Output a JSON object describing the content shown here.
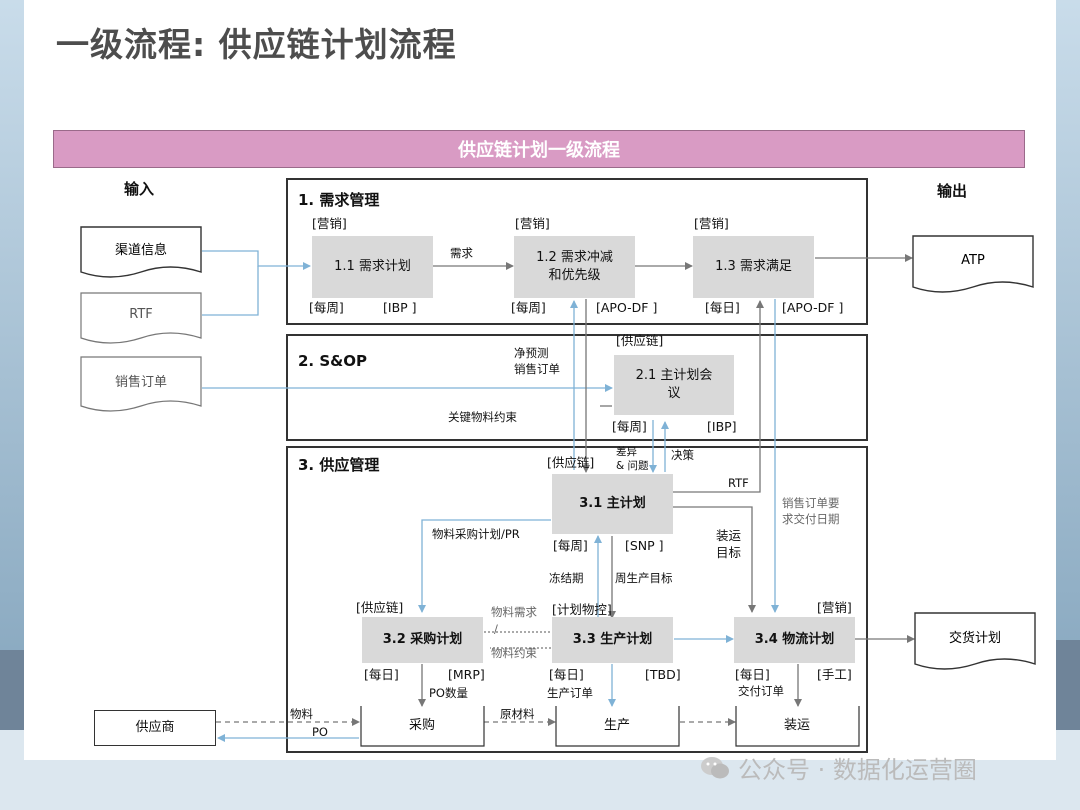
{
  "title": "一级流程: 供应链计划流程",
  "banner": "供应链计划一级流程",
  "headers": {
    "input": "输入",
    "output": "输出"
  },
  "sections": {
    "demand": "1. 需求管理",
    "sop": "2. S&OP",
    "supply": "3. 供应管理"
  },
  "inputs": {
    "channel_info": "渠道信息",
    "rtf": "RTF",
    "sales_order": "销售订单",
    "supplier": "供应商"
  },
  "outputs": {
    "atp": "ATP",
    "delivery_plan": "交货计划"
  },
  "boxes": {
    "p11": {
      "line1": "1.1 需求计划",
      "owner": "[营销]",
      "freq": "[每周]",
      "tool": "[IBP ]"
    },
    "p12": {
      "line1": "1.2 需求冲减",
      "line2": "和优先级",
      "owner": "[营销]",
      "freq": "[每周]",
      "tool": "[APO-DF ]"
    },
    "p13": {
      "line1": "1.3 需求满足",
      "owner": "[营销]",
      "freq": "[每日]",
      "tool": "[APO-DF ]"
    },
    "p21": {
      "line1": "2.1 主计划会",
      "line2": "议",
      "owner": "[供应链]",
      "freq": "[每周]",
      "tool": "[IBP]"
    },
    "p31": {
      "line1": "3.1 主计划",
      "owner": "[供应链]",
      "freq": "[每周]",
      "tool": "[SNP ]"
    },
    "p32": {
      "line1": "3.2 采购计划",
      "owner": "[供应链]",
      "freq": "[每日]",
      "tool": "[MRP]"
    },
    "p33": {
      "line1": "3.3 生产计划",
      "owner": "[计划物控]",
      "freq": "[每日]",
      "tool": "[TBD]"
    },
    "p34": {
      "line1": "3.4 物流计划",
      "owner": "[营销]",
      "freq": "[每日]",
      "tool": "[手工]"
    }
  },
  "exec": {
    "purchase": "采购",
    "production": "生产",
    "shipping": "装运"
  },
  "labels": {
    "demand": "需求",
    "net_forecast_1": "净预测",
    "net_forecast_2": "销售订单",
    "key_material": "关键物料约束",
    "diff_1": "差异",
    "diff_2": "& 问题",
    "decision": "决策",
    "rtf": "RTF",
    "so_date_1": "销售订单要",
    "so_date_2": "求交付日期",
    "material_pr": "物料采购计划/PR",
    "ship_target_1": "装运",
    "ship_target_2": "目标",
    "freeze": "冻结期",
    "weekly_target": "周生产目标",
    "material_demand": "物料需求",
    "slash": "/",
    "material_constraint": "物料约束",
    "po_qty": "PO数量",
    "prod_order": "生产订单",
    "delivery_order": "交付订单",
    "material": "物料",
    "po": "PO",
    "raw_material": "原材料"
  },
  "watermark": "公众号 · 数据化运营圈"
}
